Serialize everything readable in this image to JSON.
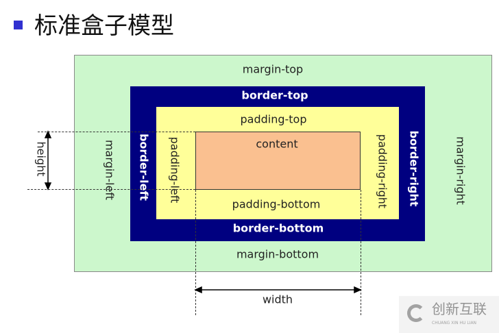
{
  "title": "标准盒子模型",
  "colors": {
    "margin": "#ccf7cc",
    "border": "#000080",
    "padding": "#ffff99",
    "content": "#fac090",
    "bullet": "#3030d0"
  },
  "labels": {
    "margin_top": "margin-top",
    "border_top": "border-top",
    "padding_top": "padding-top",
    "content": "content",
    "padding_bottom": "padding-bottom",
    "border_bottom": "border-bottom",
    "margin_bottom": "margin-bottom",
    "margin_left": "margin-left",
    "border_left": "border-left",
    "padding_left": "padding-left",
    "padding_right": "padding-right",
    "border_right": "border-right",
    "margin_right": "margin-right",
    "height": "height",
    "width": "width"
  },
  "watermark": {
    "name": "创新互联",
    "sub": "CHUANG XIN HU LIAN"
  }
}
